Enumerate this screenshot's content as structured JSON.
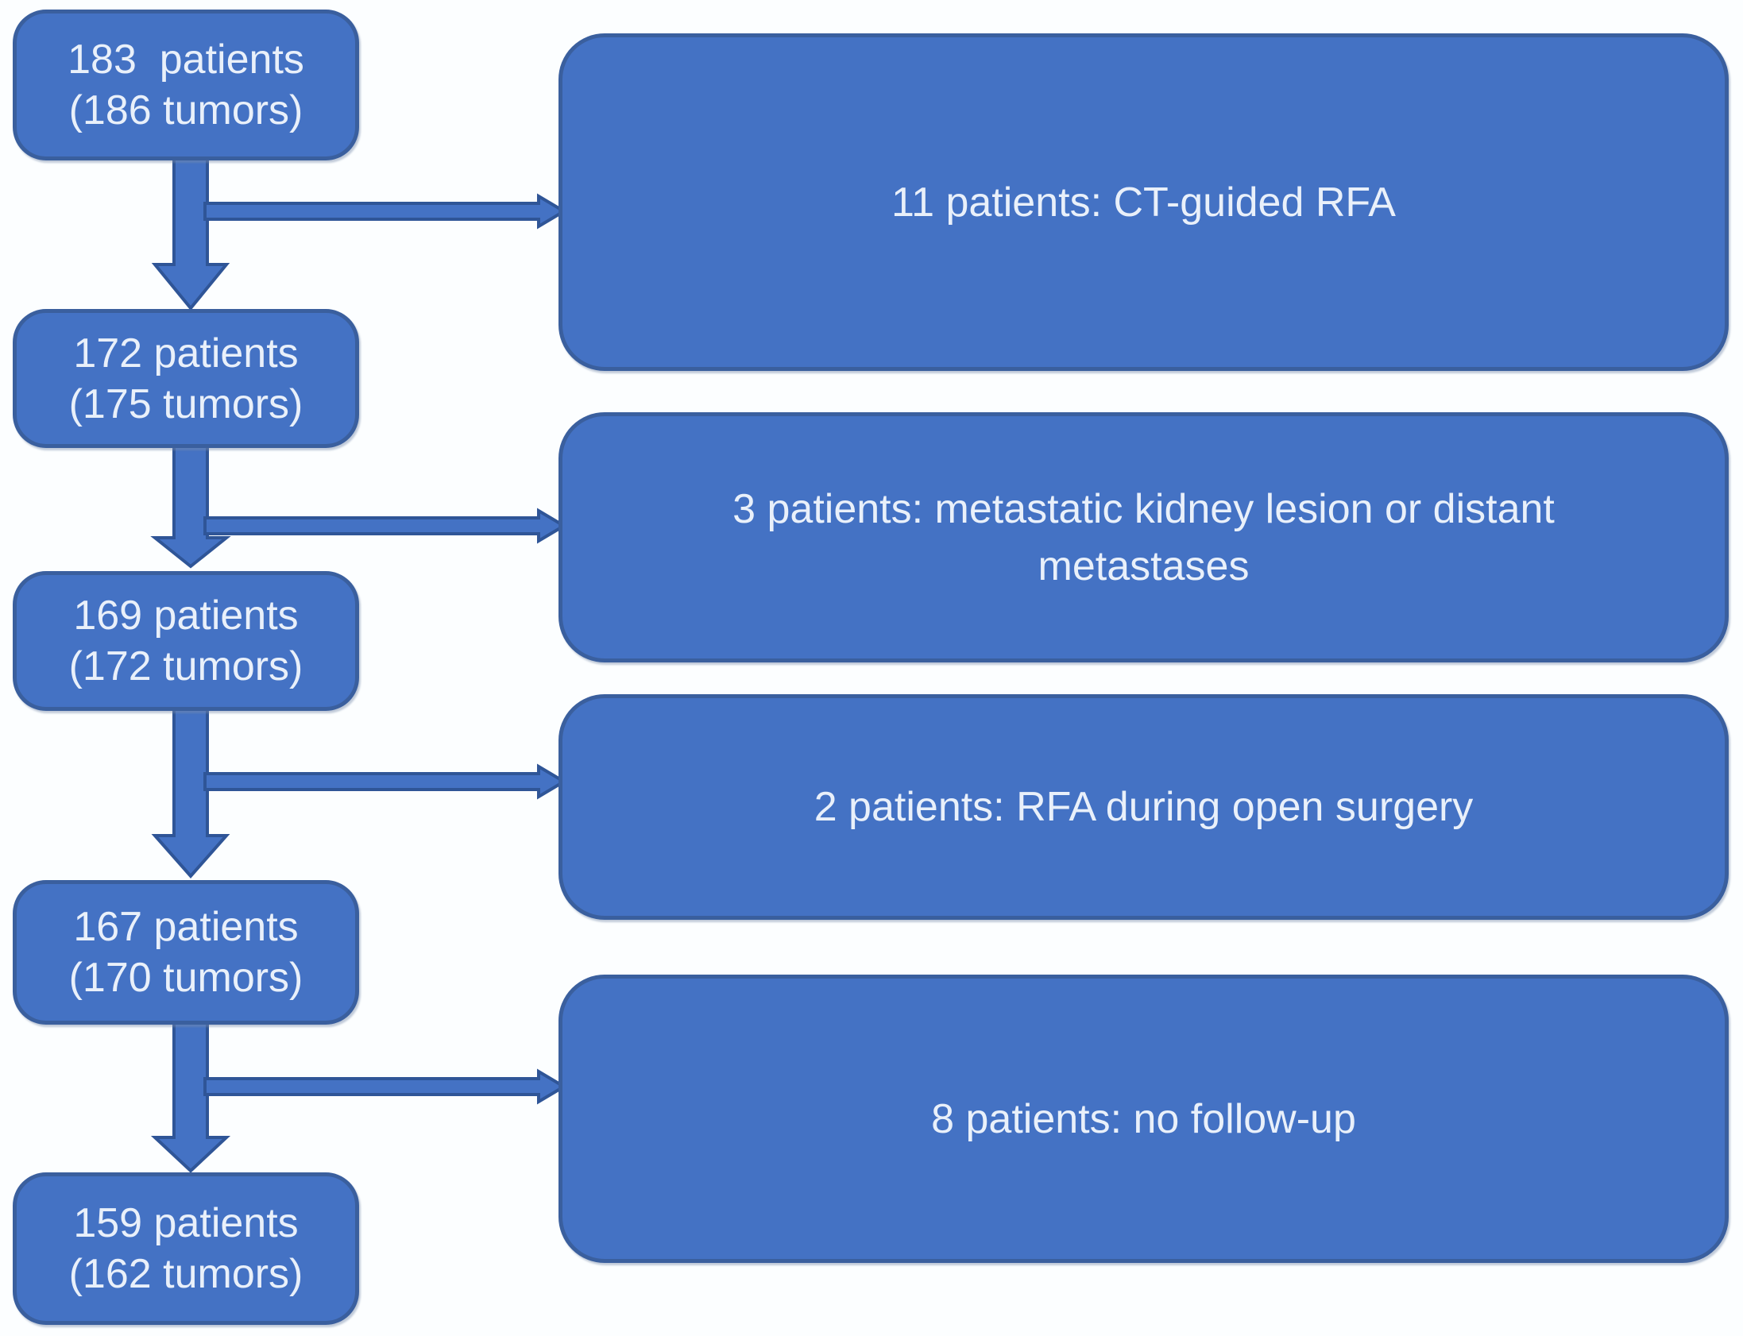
{
  "palette": {
    "box_fill": "#4472c4",
    "box_border": "#3a5f9e",
    "text_color": "#e9f0fa",
    "arrow_fill": "#4472c4",
    "arrow_outline": "#2f5597",
    "page_bg": "#fcfeff"
  },
  "flowchart": {
    "stages": [
      {
        "line1": "183  patients",
        "line2": "(186 tumors)"
      },
      {
        "line1": "172 patients",
        "line2": "(175 tumors)"
      },
      {
        "line1": "169 patients",
        "line2": "(172 tumors)"
      },
      {
        "line1": "167 patients",
        "line2": "(170 tumors)"
      },
      {
        "line1": "159 patients",
        "line2": "(162 tumors)"
      }
    ],
    "exclusions": [
      {
        "label": "11 patients: CT-guided RFA"
      },
      {
        "label": "3 patients: metastatic kidney lesion or distant metastases"
      },
      {
        "label": "2 patients: RFA during open surgery"
      },
      {
        "label": "8 patients: no follow-up"
      }
    ]
  }
}
